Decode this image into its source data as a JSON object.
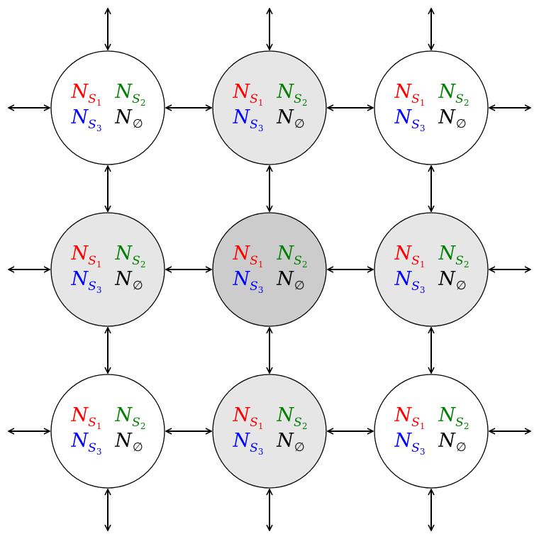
{
  "colors": {
    "s1": "#ff0000",
    "s2": "#008000",
    "s3": "#0000ff",
    "empty": "#000000",
    "shade_none": "#ffffff",
    "shade_light": "#e6e6e6",
    "shade_dark": "#cccccc"
  },
  "label": {
    "symbol": "N",
    "s_letter": "S",
    "s1_index": "1",
    "s2_index": "2",
    "s3_index": "3",
    "empty_set": "∅"
  },
  "grid": {
    "rows": 3,
    "cols": 3,
    "shading": [
      [
        "none",
        "light",
        "none"
      ],
      [
        "light",
        "dark",
        "light"
      ],
      [
        "none",
        "light",
        "none"
      ]
    ]
  },
  "arrows": {
    "style": "bidirectional",
    "boundary_edges": true
  }
}
